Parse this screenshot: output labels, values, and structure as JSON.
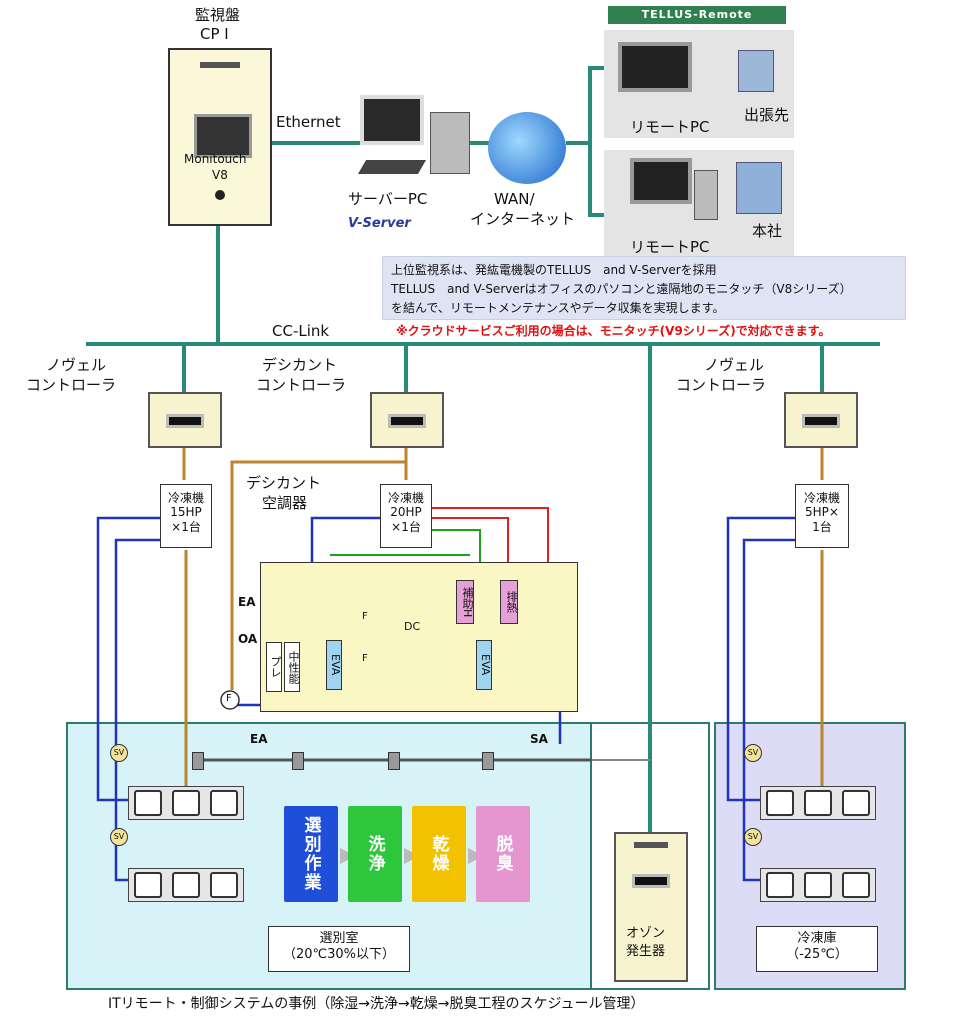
{
  "top": {
    "monitor_panel": "監視盤",
    "cp": "CP I",
    "ethernet": "Ethernet",
    "tellus_remote": "TELLUS-Remote"
  },
  "panel": {
    "monitouch": "Monitouch",
    "model": "V8"
  },
  "server": {
    "label": "サーバーPC",
    "software": "V-Server"
  },
  "wan": {
    "label1": "WAN/",
    "label2": "インターネット"
  },
  "remote": [
    {
      "pc": "リモートPC",
      "site": "出張先"
    },
    {
      "pc": "リモートPC",
      "site": "本社"
    }
  ],
  "info": {
    "line1": "上位監視系は、発紘電機製のTELLUS　and V-Serverを採用",
    "line2": "TELLUS　and V-Serverはオフィスのパソコンと遠隔地のモニタッチ（V8シリーズ）",
    "line3": "を結んで、リモートメンテナンスやデータ収集を実現します。",
    "note": "※クラウドサービスご利用の場合は、モニタッチ(V9シリーズ)で対応できます。"
  },
  "bus": {
    "cc_link": "CC-Link"
  },
  "controllers": [
    {
      "l1": "ノヴェル",
      "l2": "コントローラ"
    },
    {
      "l1": "デシカント",
      "l2": "コントローラ"
    },
    {
      "l1": "ノヴェル",
      "l2": "コントローラ"
    }
  ],
  "refrigerators": [
    {
      "l1": "冷凍機",
      "l2": "15HP",
      "l3": "×1台"
    },
    {
      "l1": "冷凍機",
      "l2": "20HP",
      "l3": "×1台"
    },
    {
      "l1": "冷凍機",
      "l2": "5HP×",
      "l3": "1台"
    }
  ],
  "desiccant": {
    "l1": "デシカント",
    "l2": "空調器",
    "ea": "EA",
    "oa": "OA",
    "pre": "プレ",
    "mid": "中性能",
    "eva": "EVA",
    "dc": "DC",
    "reheat": "補助H",
    "exhaust": "排熱",
    "fan": "F"
  },
  "room": {
    "ea": "EA",
    "sa": "SA",
    "sv": "SV",
    "name": "選別室",
    "cond": "（20℃30%以下）"
  },
  "process": [
    {
      "label": "選別作業",
      "color": "#1f4fd8"
    },
    {
      "label": "洗浄",
      "color": "#2ec63c"
    },
    {
      "label": "乾燥",
      "color": "#f2c200"
    },
    {
      "label": "脱臭",
      "color": "#e596cf"
    }
  ],
  "ozone": {
    "l1": "オゾン",
    "l2": "発生器"
  },
  "freezer": {
    "name": "冷凍庫",
    "temp": "（-25℃）"
  },
  "caption": "ITリモート・制御システムの事例（除湿→洗浄→乾燥→脱臭工程のスケジュール管理）"
}
